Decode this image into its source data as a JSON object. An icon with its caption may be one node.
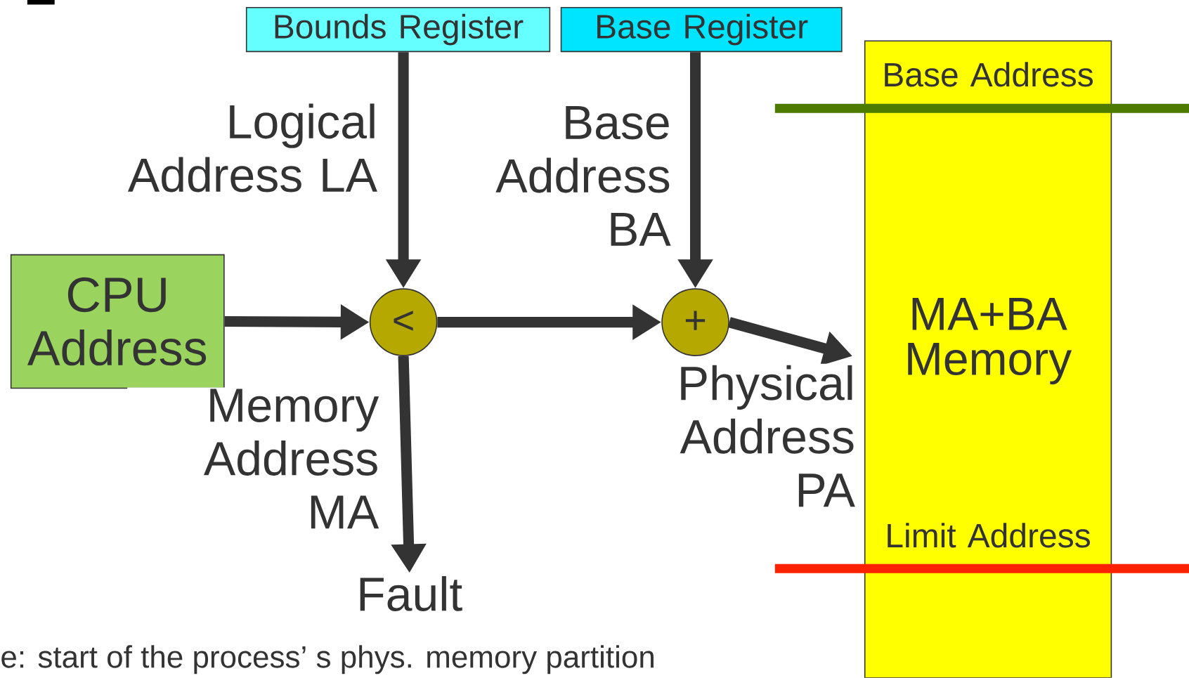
{
  "diagram": {
    "nodes": [
      {
        "text": [
          "Bounds Register"
        ]
      },
      {
        "text": [
          "Base Register"
        ]
      },
      {
        "text": [
          "CPU Address"
        ]
      },
      {
        "text": [
          "<"
        ]
      },
      {
        "text": [
          "+"
        ]
      },
      {
        "text": [
          "Base Address",
          "MA+BA Memory",
          "Limit Address"
        ]
      },
      {
        "text": [
          "Fault"
        ]
      }
    ],
    "edges": [
      {
        "from": 0,
        "to": 3,
        "arrow": "to",
        "label": "Logical Address LA"
      },
      {
        "from": 1,
        "to": 4,
        "arrow": "to",
        "label": "Base Address BA"
      },
      {
        "from": 2,
        "to": 3,
        "arrow": "to"
      },
      {
        "from": 3,
        "to": 4,
        "arrow": "to"
      },
      {
        "from": 3,
        "to": 6,
        "arrow": "to",
        "label": "Memory Address MA"
      },
      {
        "from": 4,
        "to": 5,
        "arrow": "to",
        "label": "Physical Address PA"
      }
    ],
    "labels": [
      "e: start of the process’ s phys. memory partition"
    ]
  }
}
